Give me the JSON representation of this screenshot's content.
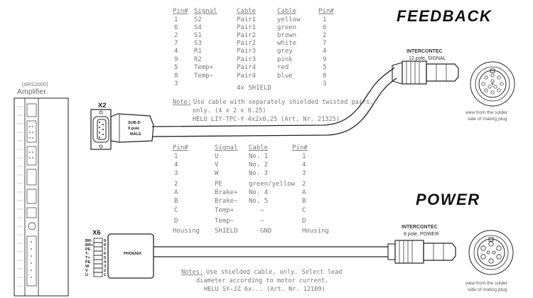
{
  "feedback": {
    "heading": "FEEDBACK",
    "columns": [
      "Pin#",
      "Signal",
      "Cable",
      "Cable",
      "Pin#"
    ],
    "rows": [
      [
        "1",
        "S2",
        "Pair1",
        "yellow",
        "1"
      ],
      [
        "6",
        "S4",
        "Pair1",
        "green",
        "6"
      ],
      [
        "2",
        "S1",
        "Pair2",
        "brown",
        "2"
      ],
      [
        "7",
        "S3",
        "Pair2",
        "white",
        "7"
      ],
      [
        "4",
        "R1",
        "Pair3",
        "grey",
        "4"
      ],
      [
        "9",
        "R2",
        "Pair3",
        "pink",
        "9"
      ],
      [
        "5",
        "Temp+",
        "Pair4",
        "red",
        "5"
      ],
      [
        "8",
        "Temp−",
        "Pair4",
        "blue",
        "8"
      ],
      [
        "3",
        "",
        "4x SHIELD",
        "",
        "3"
      ]
    ],
    "note_label": "Note:",
    "note_lines": [
      "Use cable with separately shielded twisted pairs,",
      "only. (4 x 2 x 0.25)",
      "HELU LIY-TPC-Y 4x2x0,25 (Art. Nr. 21325)"
    ],
    "plug_title": "INTERCONTEC",
    "plug_subtitle": "12 pole, SIGNAL",
    "view_caption": [
      "view from the solder",
      "side of mating plug"
    ],
    "x2_label": "X2",
    "subd_label": [
      "SUB-D",
      "9 pole",
      "MALE"
    ]
  },
  "power": {
    "heading": "POWER",
    "columns": [
      "Pin#",
      "Signal",
      "Cable",
      "Pin#"
    ],
    "rows": [
      [
        "1",
        "U",
        "No. 1",
        "1"
      ],
      [
        "4",
        "V",
        "No. 2",
        "4"
      ],
      [
        "3",
        "W",
        "No. 3",
        "3"
      ],
      [
        "2",
        "PE",
        "green/yellow",
        "2"
      ],
      [
        "A",
        "Brake+",
        "No. 4",
        "A"
      ],
      [
        "B",
        "Brake−",
        "No. 5",
        "B"
      ],
      [
        "C",
        "Temp+",
        "–",
        "C"
      ],
      [
        "D",
        "Temp−",
        "–",
        "D"
      ],
      [
        "Housing",
        "SHIELD",
        "GND",
        "Housing"
      ]
    ],
    "note_label": "Notes:",
    "note_lines": [
      "Use shielded cable, only. Select lead",
      "diameter according to motor current.",
      "HELU SY-JZ 6x... (Art. Nr. 12109)"
    ],
    "plug_title": "INTERCONTEC",
    "plug_subtitle": "8 pole, POWER",
    "view_caption": [
      "view from the solder",
      "side of mating plug"
    ],
    "x6_label": "X6",
    "phoenix_label": "PHOENIX",
    "terminal_labels": [
      "BR-",
      "BR+",
      "PE",
      "T-",
      "T+",
      "PE",
      "W",
      "V",
      "U"
    ],
    "terminal_numbers": [
      "9",
      "8",
      "7",
      "6",
      "5",
      "4",
      "3",
      "2",
      "1"
    ]
  },
  "amplifier": {
    "model": "[ARS2000]",
    "label": "Amplifier"
  }
}
